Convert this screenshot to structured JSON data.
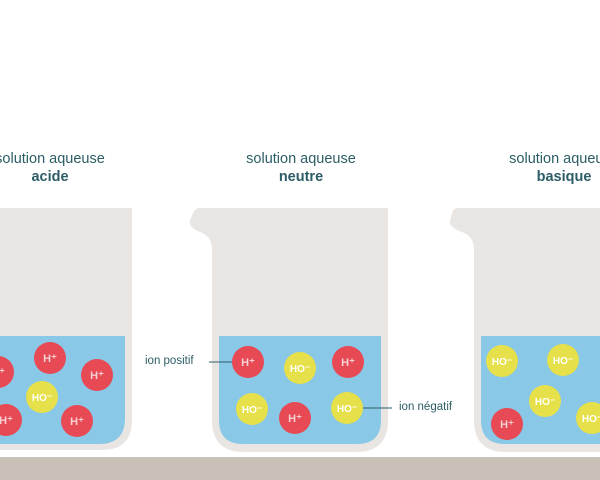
{
  "beakers": [
    {
      "line1": "solution aqueuse",
      "line2": "acide"
    },
    {
      "line1": "solution aqueuse",
      "line2": "neutre"
    },
    {
      "line1": "solution aqueuse",
      "line2": "basique"
    }
  ],
  "labels": {
    "positive_ion": "ion positif",
    "negative_ion": "ion négatif"
  },
  "ions": {
    "h_plus": "H⁺",
    "ho_minus": "HO⁻"
  },
  "colors": {
    "liquid": "#89c8e6",
    "glass": "#e8e5e3",
    "h_plus": "#e84a55",
    "ho_minus": "#e6e04a",
    "text": "#2c5d66",
    "shelf": "#c9c0b8"
  }
}
